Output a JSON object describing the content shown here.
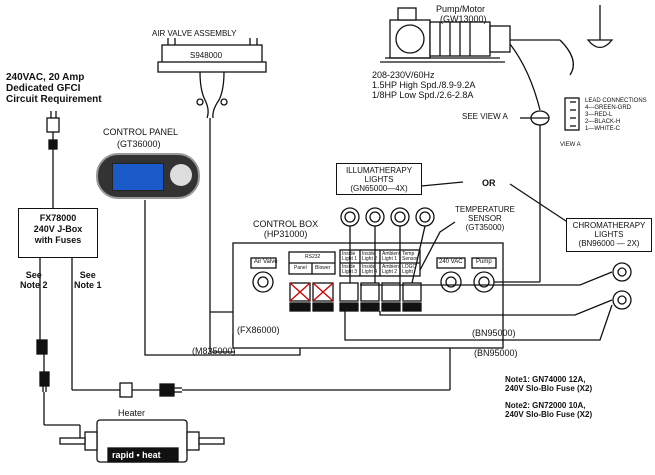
{
  "supply": {
    "line1": "240VAC, 20 Amp",
    "line2": "Dedicated GFCI",
    "line3": "Circuit Requirement"
  },
  "jbox": {
    "model": "FX78000",
    "line2": "240V J-Box",
    "line3": "with Fuses",
    "see2": "See\nNote 2",
    "see1": "See\nNote 1"
  },
  "air_valve": {
    "title": "AIR VALVE ASSEMBLY",
    "model": "S948000"
  },
  "control_panel": {
    "title": "CONTROL PANEL",
    "model": "(GT36000)"
  },
  "pump": {
    "title": "Pump/Motor",
    "model": "(GW13000)",
    "spec1": "208-230V/60Hz",
    "spec2": "1.5HP High Spd./8.9-9.2A",
    "spec3": "1/8HP Low Spd./2.6-2.8A",
    "see_view": "SEE VIEW A",
    "view_label": "VIEW A"
  },
  "lead_connections": {
    "title": "LEAD CONNECTIONS",
    "items": [
      "4—GREEN-GRD",
      "3—RED-L",
      "2—BLACK-H",
      "1—WHITE-C"
    ]
  },
  "illumatherapy": {
    "line1": "ILLUMATHERAPY",
    "line2": "LIGHTS",
    "model": "(GN65000—4X)"
  },
  "or_label": "OR",
  "chromatherapy": {
    "line1": "CHROMATHERAPY",
    "line2": "LIGHTS",
    "model": "(BN96000  —  2X)"
  },
  "temp_sensor": {
    "line1": "TEMPERATURE",
    "line2": "SENSOR",
    "model": "(GT35000)"
  },
  "control_box": {
    "title": "CONTROL BOX",
    "model": "(HP31000)",
    "air_valve_port": "Air Valve",
    "rs232": "RS232",
    "panel": "Panel",
    "blower": "Blower",
    "inside1": "Inside\nLight 1",
    "inside2": "Inside\nLight 2",
    "ambient1": "Ambient\nLight 1",
    "temp_sensor": "Temp\nSensor",
    "inside3": "Inside\nLight 3",
    "inside4": "Inside\nLight 4",
    "ambient2": "Ambient\nLight 2",
    "logo": "LOGO\nLight",
    "vac": "240 VAC",
    "pump": "Pump"
  },
  "cables": {
    "fx86000": "(FX86000)",
    "m825000": "(M825000)",
    "bn95000_a": "(BN95000)",
    "bn95000_b": "(BN95000)"
  },
  "heater": {
    "title": "Heater",
    "brand": "rapid • heat"
  },
  "notes": {
    "note1_a": "Note1: GN74000 12A,",
    "note1_b": "240V Slo-Blo Fuse (X2)",
    "note2_a": "Note2: GN72000 10A,",
    "note2_b": "240V Slo-Blo Fuse (X2)"
  }
}
